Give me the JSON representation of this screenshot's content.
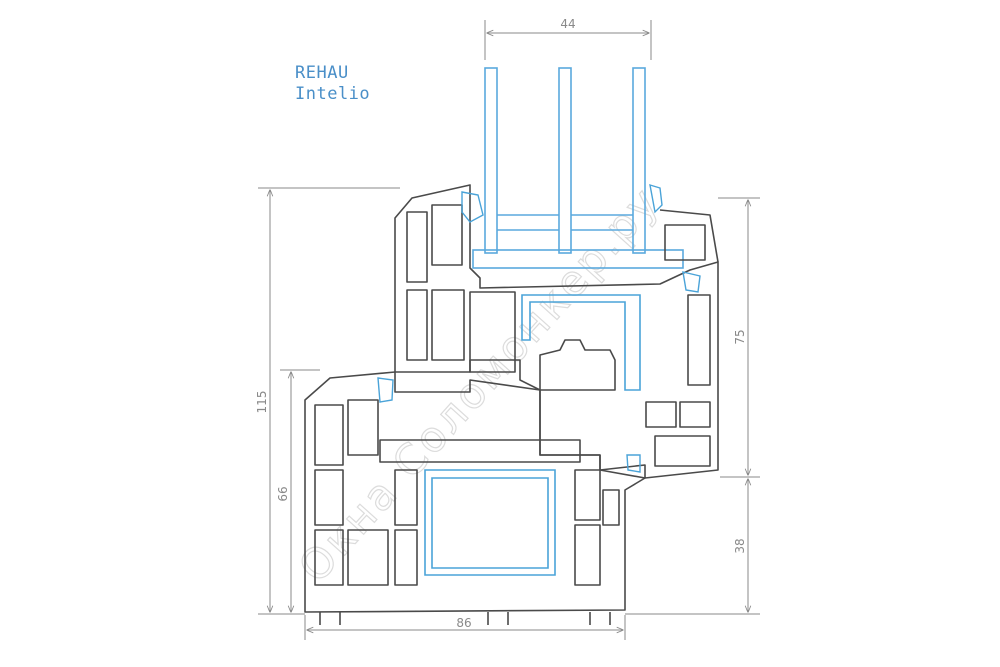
{
  "brand": {
    "line1": "REHAU",
    "line2": "Intelio"
  },
  "dimensions": {
    "top_width": "44",
    "bottom_width": "86",
    "left_total": "115",
    "left_lower": "66",
    "right_upper": "75",
    "right_lower": "38"
  },
  "watermark": "Окна Соломонкер.ру",
  "colors": {
    "outline": "#4a4a4a",
    "reinforcement": "#4aa3d8",
    "glass": "#5aa9dd",
    "dim": "#8a8a8a",
    "brand": "#4a8fc8"
  }
}
